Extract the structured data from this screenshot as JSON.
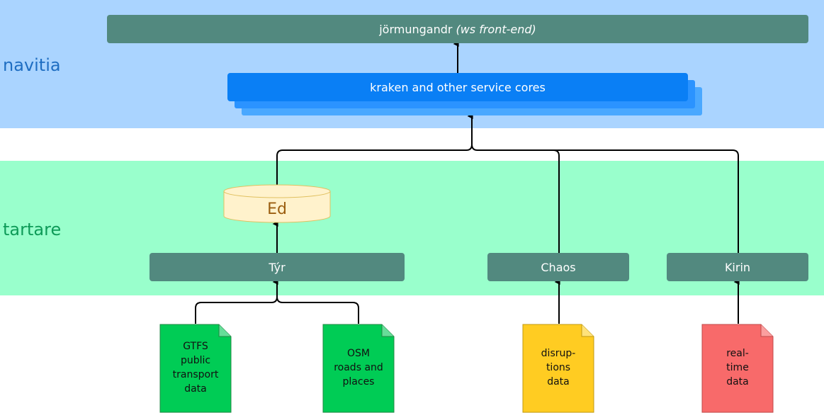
{
  "sections": {
    "navitia": {
      "label": "navitia"
    },
    "tartare": {
      "label": "tartare"
    }
  },
  "nodes": {
    "jormungandr": {
      "label": "jörmungandr",
      "subtitle": "(ws front-end)"
    },
    "kraken": {
      "label": "kraken and other service cores"
    },
    "ed": {
      "label": "Ed"
    },
    "tyr": {
      "label": "Týr"
    },
    "chaos": {
      "label": "Chaos"
    },
    "kirin": {
      "label": "Kirin"
    }
  },
  "documents": {
    "gtfs": {
      "lines": [
        "GTFS",
        "public",
        "transport",
        "data"
      ]
    },
    "osm": {
      "lines": [
        "OSM",
        "roads and",
        "places"
      ]
    },
    "disruptions": {
      "lines": [
        "disrup-",
        "tions",
        "data"
      ]
    },
    "realtime": {
      "lines": [
        "real-",
        "time",
        "data"
      ]
    }
  },
  "colors": {
    "service_box": "#52897f",
    "kraken": "#0a7ff5",
    "ed_fill": "#fff2cc",
    "doc_gtfs": "#00cc55",
    "doc_osm": "#00cc55",
    "doc_disruptions": "#ffcc22",
    "doc_realtime": "#f86a6a"
  }
}
